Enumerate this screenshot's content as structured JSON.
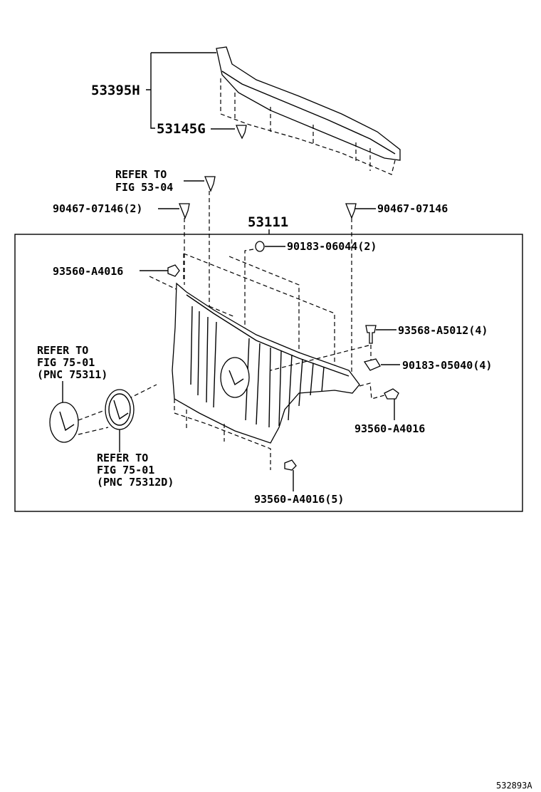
{
  "labels": {
    "p53395H": "53395H",
    "p53145G": "53145G",
    "refer_fig_53_04_line1": "REFER TO",
    "refer_fig_53_04_line2": "FIG 53-04",
    "p90467_left": "90467-07146(2)",
    "p90467_right": "90467-07146",
    "p53111": "53111",
    "p90183_06044": "90183-06044(2)",
    "p93560_left": "93560-A4016",
    "p93568": "93568-A5012(4)",
    "p90183_05040": "90183-05040(4)",
    "p93560_right": "93560-A4016",
    "p93560_bottom": "93560-A4016(5)",
    "refer_75311_line1": "REFER TO",
    "refer_75311_line2": "FIG 75-01",
    "refer_75311_line3": "(PNC 75311)",
    "refer_75312_line1": "REFER TO",
    "refer_75312_line2": "FIG 75-01",
    "refer_75312_line3": "(PNC 75312D)"
  },
  "figure_id": "532893A"
}
